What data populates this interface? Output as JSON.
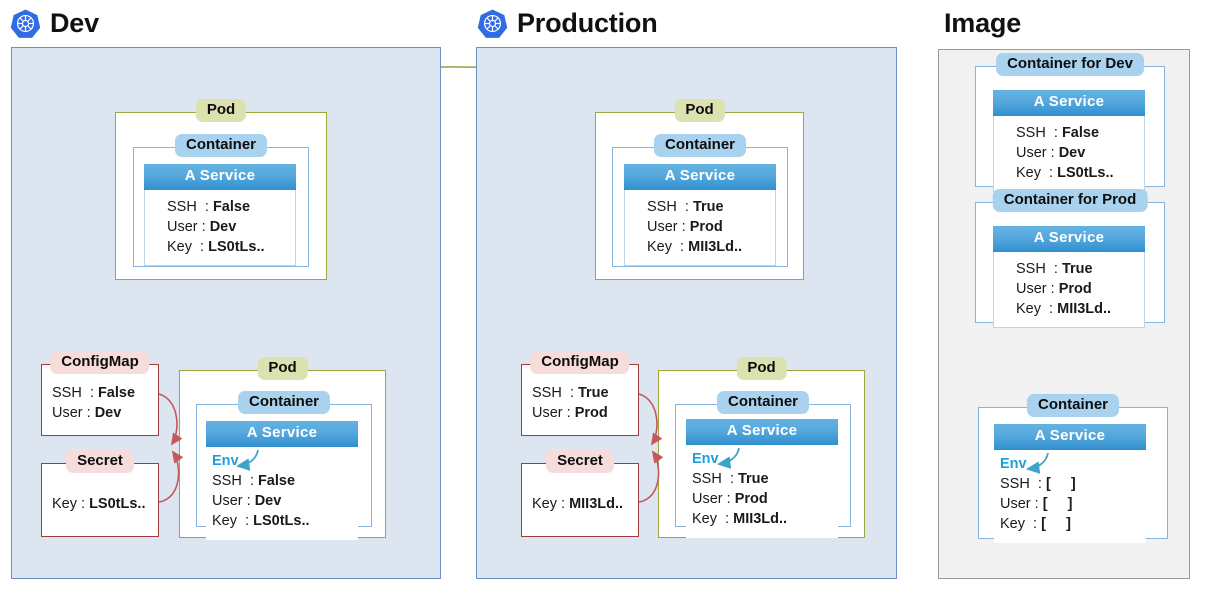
{
  "panels": {
    "dev": {
      "title": "Dev",
      "icon": "kubernetes-logo-icon",
      "top_pod": {
        "pod_label": "Pod",
        "container_label": "Container",
        "service_title": "A Service",
        "rows": [
          {
            "key": "SSH  :",
            "value": "False"
          },
          {
            "key": "User :",
            "value": "Dev"
          },
          {
            "key": "Key  :",
            "value": "LS0tLs.."
          }
        ]
      },
      "configmap": {
        "label": "ConfigMap",
        "rows": [
          {
            "key": "SSH  :",
            "value": "False"
          },
          {
            "key": "User :",
            "value": "Dev"
          }
        ]
      },
      "secret": {
        "label": "Secret",
        "rows": [
          {
            "key": "Key :",
            "value": "LS0tLs.."
          }
        ]
      },
      "bottom_pod": {
        "pod_label": "Pod",
        "container_label": "Container",
        "service_title": "A Service",
        "env_label": "Env",
        "rows": [
          {
            "key": "SSH  :",
            "value": "False"
          },
          {
            "key": "User :",
            "value": "Dev"
          },
          {
            "key": "Key  :",
            "value": "LS0tLs.."
          }
        ]
      }
    },
    "production": {
      "title": "Production",
      "icon": "kubernetes-logo-icon",
      "top_pod": {
        "pod_label": "Pod",
        "container_label": "Container",
        "service_title": "A Service",
        "rows": [
          {
            "key": "SSH  :",
            "value": "True"
          },
          {
            "key": "User :",
            "value": "Prod"
          },
          {
            "key": "Key  :",
            "value": "MII3Ld.."
          }
        ]
      },
      "configmap": {
        "label": "ConfigMap",
        "rows": [
          {
            "key": "SSH  :",
            "value": "True"
          },
          {
            "key": "User :",
            "value": "Prod"
          }
        ]
      },
      "secret": {
        "label": "Secret",
        "rows": [
          {
            "key": "Key :",
            "value": "MII3Ld.."
          }
        ]
      },
      "bottom_pod": {
        "pod_label": "Pod",
        "container_label": "Container",
        "service_title": "A Service",
        "env_label": "Env",
        "rows": [
          {
            "key": "SSH  :",
            "value": "True"
          },
          {
            "key": "User :",
            "value": "Prod"
          },
          {
            "key": "Key  :",
            "value": "MII3Ld.."
          }
        ]
      }
    },
    "image": {
      "title": "Image",
      "container_dev": {
        "label": "Container for Dev",
        "service_title": "A Service",
        "rows": [
          {
            "key": "SSH  :",
            "value": "False"
          },
          {
            "key": "User :",
            "value": "Dev"
          },
          {
            "key": "Key  :",
            "value": "LS0tLs.."
          }
        ]
      },
      "container_prod": {
        "label": "Container for Prod",
        "service_title": "A Service",
        "rows": [
          {
            "key": "SSH  :",
            "value": "True"
          },
          {
            "key": "User :",
            "value": "Prod"
          },
          {
            "key": "Key  :",
            "value": "MII3Ld.."
          }
        ]
      },
      "container_generic": {
        "label": "Container",
        "service_title": "A Service",
        "env_label": "Env",
        "rows": [
          {
            "key": "SSH  :",
            "value": "[     ]"
          },
          {
            "key": "User :",
            "value": "[     ]"
          },
          {
            "key": "Key  :",
            "value": "[     ]"
          }
        ]
      }
    }
  },
  "colors": {
    "panel_bg": "#dde5f1",
    "panel_border": "#6f8fc4",
    "image_bg": "#f1f1f1",
    "image_border": "#9a9a9a",
    "pod_label_bg": "#dbe2b0",
    "pod_border": "#9aa83c",
    "container_label_bg": "#a9d2ef",
    "container_border": "#8ab4dd",
    "service_blue": "#3a93ce",
    "configmap_label_bg": "#f7dcdc",
    "configmap_border": "#a33a3a",
    "env_text": "#1e9fd8",
    "green_arrow": "#8fae4e",
    "red_arrow": "#c4595c",
    "teal_arrow": "#3fa3c9",
    "k8s_blue": "#326ce5"
  },
  "arrows": {
    "dev_to_prod": "green-arc-arrow",
    "configmap_to_pod": "red-curve-arrow",
    "secret_to_pod": "red-curve-arrow",
    "service_to_env": "teal-curve-arrow"
  }
}
